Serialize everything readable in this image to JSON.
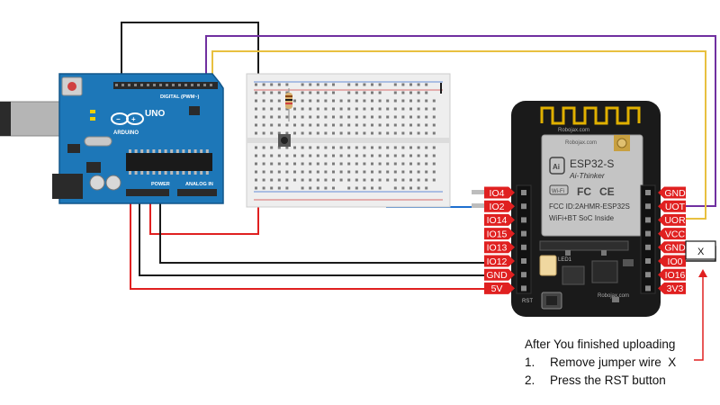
{
  "arduino": {
    "brand": "ARDUINO",
    "model": "UNO",
    "header_digital": "DIGITAL (PWM~)",
    "header_power": "POWER",
    "header_analog": "ANALOG IN"
  },
  "esp32": {
    "antenna_text": "Robojax.com",
    "shield_url": "Robojax.com",
    "module_name": "ESP32-S",
    "maker": "Ai-Thinker",
    "fcc_id": "FCC ID:2AHMR-ESP32S",
    "wifi_text": "WiFi+BT SoC Inside",
    "bottom_url": "Robojax.com",
    "led_label": "LED1",
    "rst_label": "RST",
    "left_pins": [
      "IO4",
      "IO2",
      "IO14",
      "IO15",
      "IO13",
      "IO12",
      "GND",
      "5V"
    ],
    "right_pins": [
      "GND",
      "UOT",
      "UOR",
      "VCC",
      "GND",
      "IO0",
      "IO16",
      "3V3"
    ]
  },
  "jumper_label": "X",
  "instructions": {
    "heading": "After You finished uploading",
    "steps": [
      {
        "num": "1.",
        "text": "Remove jumper wire  X"
      },
      {
        "num": "2.",
        "text": "Press the RST button"
      }
    ]
  },
  "colors": {
    "arduino_board": "#1d77b8",
    "esp_board": "#1a1a1a",
    "pin_label_bg": "#e02020",
    "wire_red": "#e02020",
    "wire_black": "#1a1a1a",
    "wire_purple": "#7030a0",
    "wire_yellow": "#e8c040",
    "wire_blue": "#1e6fd0"
  }
}
